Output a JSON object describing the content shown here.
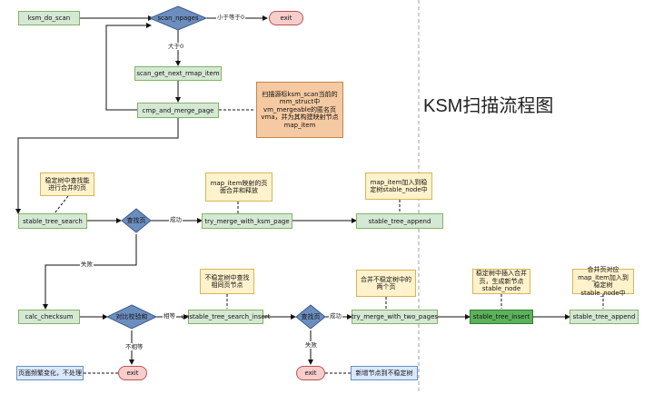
{
  "title": "KSM扫描流程图",
  "nodes": {
    "ksm_do_scan": "ksm_do_scan",
    "scan_npages": "scan_npages",
    "exit_top": "exit",
    "scan_get_next": "scan_get_next_rmap_item",
    "cmp_and_merge": "cmp_and_merge_page",
    "stable_tree_search": "stable_tree_search",
    "find_page_1": "查找页",
    "try_merge_ksm": "try_merge_with_ksm_page",
    "stable_tree_append": "stable_tree_append",
    "calc_checksum": "calc_checksum",
    "compare_checksum": "对比校验和",
    "unstable_search_insert": "unstable_tree_search_insert",
    "find_page_2": "查找页",
    "try_merge_two": "try_merge_with_two_pages",
    "stable_tree_insert": "stable_tree_insert",
    "stable_tree_append_2": "stable_tree_append",
    "exit_left": "exit",
    "exit_mid": "exit",
    "note_page_change": "页面频繁变化，不处理",
    "note_new_node": "新增节点到不稳定树"
  },
  "notes": {
    "scan_desc": "扫描源标ksm_scan当前的mm_struct中vm_mergeable的匿名页vma，并为其构建映射节点map_item",
    "stable_search": "稳定树中查找能进行合并的页",
    "map_item_merge": "map_item映射的页面合并和释放",
    "map_item_append": "map_item加入到稳定树stable_node中",
    "unstable_search": "不稳定树中查找相同页节点",
    "merge_unstable": "合并不稳定树中的两个页",
    "stable_insert": "稳定树中插入合并页，生成新节点stable_node",
    "merged_append": "合并页对应map_item加入到稳定树stable_node中"
  },
  "edge_labels": {
    "lte_zero": "小于等于0",
    "gt_zero": "大于0",
    "success_1": "成功",
    "fail_1": "失败",
    "equal": "相等",
    "not_equal": "不相等",
    "success_2": "成功",
    "fail_2": "失败"
  }
}
